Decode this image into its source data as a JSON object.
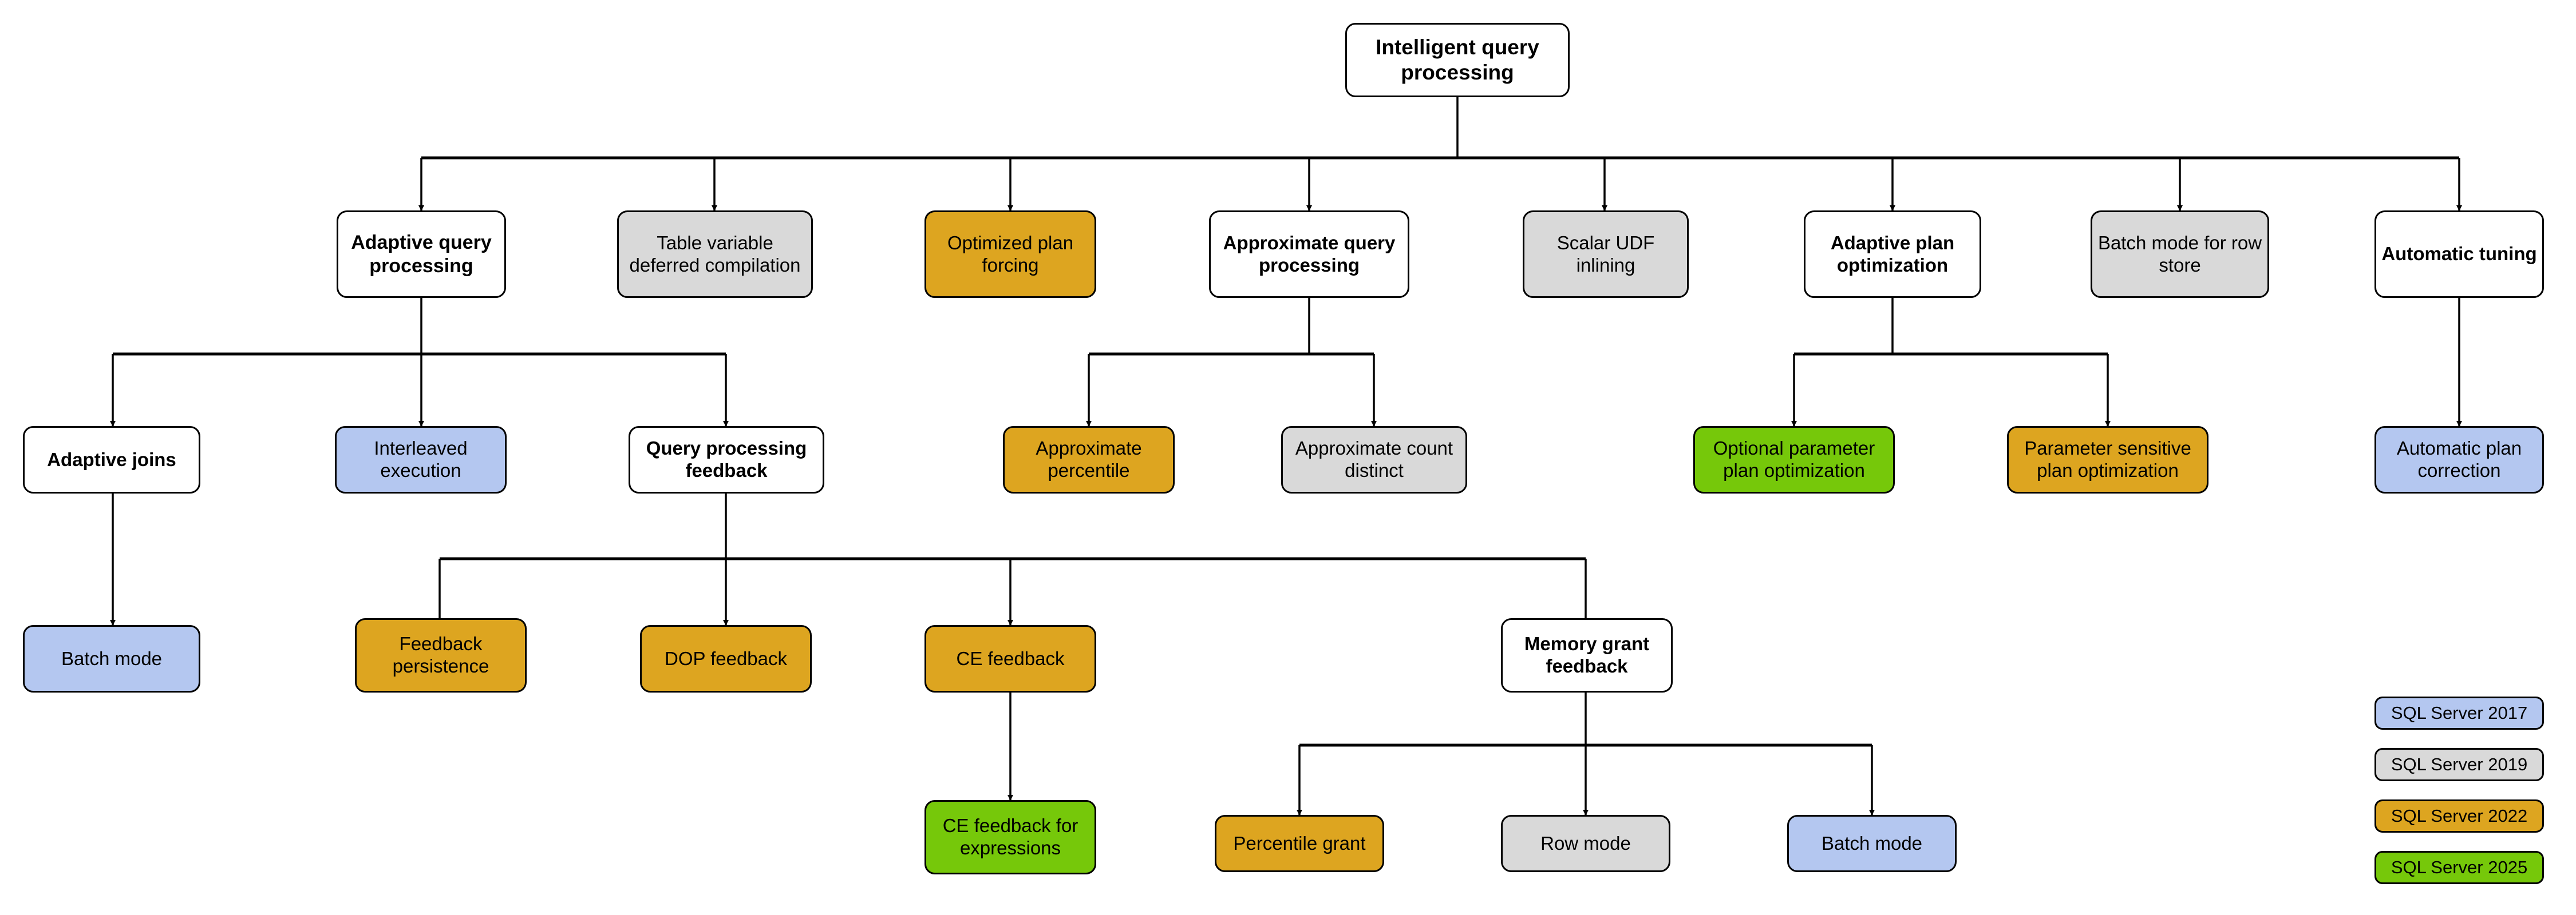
{
  "diagram": {
    "title": "Intelligent query processing",
    "palette": {
      "sql2017": "#b4c7f0",
      "sql2019": "#d9d9d9",
      "sql2022": "#dda520",
      "sql2025": "#76c80a",
      "neutral": "#ffffff",
      "stroke": "#000000"
    },
    "nodes": {
      "root": {
        "label": "Intelligent query processing",
        "fill": "neutral"
      },
      "aqp": {
        "label": "Adaptive query processing",
        "fill": "neutral"
      },
      "tvdc": {
        "label": "Table variable deferred compilation",
        "fill": "sql2019"
      },
      "opf": {
        "label": "Optimized plan forcing",
        "fill": "sql2022"
      },
      "approx_qp": {
        "label": "Approximate query processing",
        "fill": "neutral"
      },
      "scalar_udf": {
        "label": "Scalar UDF inlining",
        "fill": "sql2019"
      },
      "apo": {
        "label": "Adaptive plan optimization",
        "fill": "neutral"
      },
      "batch_row_store": {
        "label": "Batch mode for row store",
        "fill": "sql2019"
      },
      "auto_tuning": {
        "label": "Automatic tuning",
        "fill": "neutral"
      },
      "adaptive_joins": {
        "label": "Adaptive joins",
        "fill": "neutral"
      },
      "interleaved": {
        "label": "Interleaved execution",
        "fill": "sql2017"
      },
      "qpf": {
        "label": "Query processing feedback",
        "fill": "neutral"
      },
      "approx_pct": {
        "label": "Approximate percentile",
        "fill": "sql2022"
      },
      "approx_cd": {
        "label": "Approximate count distinct",
        "fill": "sql2019"
      },
      "oppo": {
        "label": "Optional parameter plan optimization",
        "fill": "sql2025"
      },
      "pspo": {
        "label": "Parameter sensitive plan optimization",
        "fill": "sql2022"
      },
      "apc": {
        "label": "Automatic plan correction",
        "fill": "sql2017"
      },
      "aj_batch_mode": {
        "label": "Batch mode",
        "fill": "sql2017"
      },
      "fb_persist": {
        "label": "Feedback persistence",
        "fill": "sql2022"
      },
      "dop_fb": {
        "label": "DOP feedback",
        "fill": "sql2022"
      },
      "ce_fb": {
        "label": "CE feedback",
        "fill": "sql2022"
      },
      "mgf": {
        "label": "Memory grant feedback",
        "fill": "neutral"
      },
      "ce_fb_expr": {
        "label": "CE feedback for expressions",
        "fill": "sql2025"
      },
      "pct_grant": {
        "label": "Percentile grant",
        "fill": "sql2022"
      },
      "row_mode": {
        "label": "Row mode",
        "fill": "sql2019"
      },
      "mg_batch_mode": {
        "label": "Batch mode",
        "fill": "sql2017"
      }
    },
    "legend": [
      {
        "label": "SQL Server 2017",
        "fill": "sql2017"
      },
      {
        "label": "SQL Server 2019",
        "fill": "sql2019"
      },
      {
        "label": "SQL Server 2022",
        "fill": "sql2022"
      },
      {
        "label": "SQL Server 2025",
        "fill": "sql2025"
      }
    ]
  }
}
